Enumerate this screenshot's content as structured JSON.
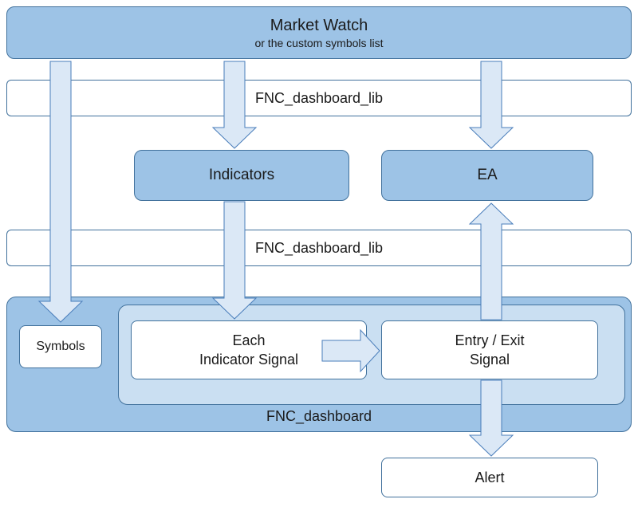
{
  "nodes": {
    "market_watch": {
      "title": "Market Watch",
      "subtitle": "or the custom symbols list"
    },
    "lib_bar_top": {
      "label": "FNC_dashboard_lib"
    },
    "indicators": {
      "label": "Indicators"
    },
    "ea": {
      "label": "EA"
    },
    "lib_bar_middle": {
      "label": "FNC_dashboard_lib"
    },
    "dashboard": {
      "label": "FNC_dashboard"
    },
    "symbols": {
      "label": "Symbols"
    },
    "each_indicator_signal": {
      "line1": "Each",
      "line2": "Indicator Signal"
    },
    "entry_exit_signal": {
      "line1": "Entry / Exit",
      "line2": "Signal"
    },
    "alert": {
      "label": "Alert"
    }
  },
  "arrows": [
    {
      "from": "market_watch",
      "to": "symbols",
      "direction": "down"
    },
    {
      "from": "market_watch",
      "to": "indicators",
      "direction": "down"
    },
    {
      "from": "market_watch",
      "to": "ea",
      "direction": "down"
    },
    {
      "from": "indicators",
      "to": "each_indicator_signal",
      "direction": "down"
    },
    {
      "from": "entry_exit_signal",
      "to": "ea",
      "direction": "up"
    },
    {
      "from": "each_indicator_signal",
      "to": "entry_exit_signal",
      "direction": "right"
    },
    {
      "from": "entry_exit_signal",
      "to": "alert",
      "direction": "down"
    }
  ],
  "colors": {
    "blue_node_fill": "#9DC3E6",
    "node_border": "#41719C",
    "inner_container_fill": "#CADFF2",
    "arrow_fill": "#DBE8F6",
    "arrow_border": "#4A7EBB",
    "white_fill": "#FFFFFF",
    "text": "#1A1A1A"
  }
}
